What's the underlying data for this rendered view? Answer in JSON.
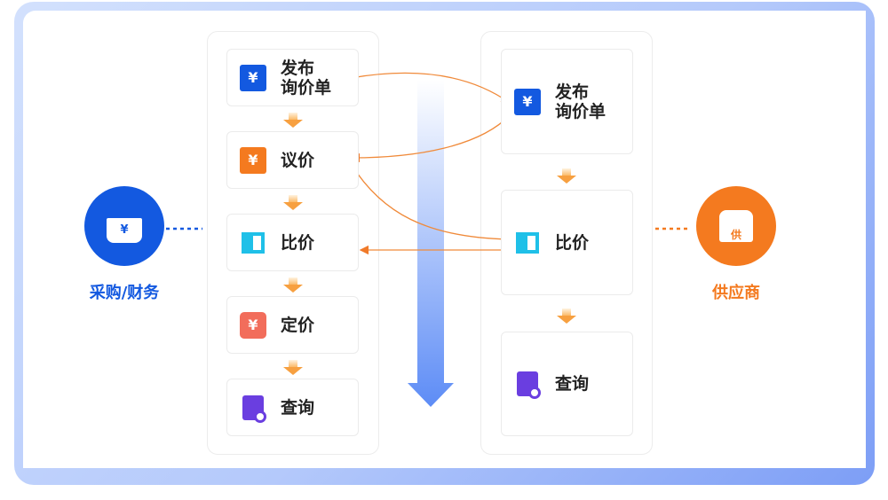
{
  "buyer": {
    "label": "采购/财务",
    "color": "#1359e0"
  },
  "supplier": {
    "label": "供应商",
    "icon_text": "供",
    "color": "#f47a1f"
  },
  "left_steps": [
    {
      "label": "发布\n询价单",
      "icon": "price-tag-icon",
      "color": "#1359e0"
    },
    {
      "label": "议价",
      "icon": "yen-bubble-icon",
      "color": "#f47a1f"
    },
    {
      "label": "比价",
      "icon": "compare-icon",
      "color": "#1fc0e8"
    },
    {
      "label": "定价",
      "icon": "yen-icon",
      "color": "#f26d5b"
    },
    {
      "label": "查询",
      "icon": "search-document-icon",
      "color": "#6a3ee0"
    }
  ],
  "right_steps": [
    {
      "label": "发布\n询价单",
      "icon": "price-tag-icon",
      "color": "#1359e0"
    },
    {
      "label": "比价",
      "icon": "compare-icon",
      "color": "#1fc0e8"
    },
    {
      "label": "查询",
      "icon": "search-document-icon",
      "color": "#6a3ee0"
    }
  ],
  "yen": "¥"
}
